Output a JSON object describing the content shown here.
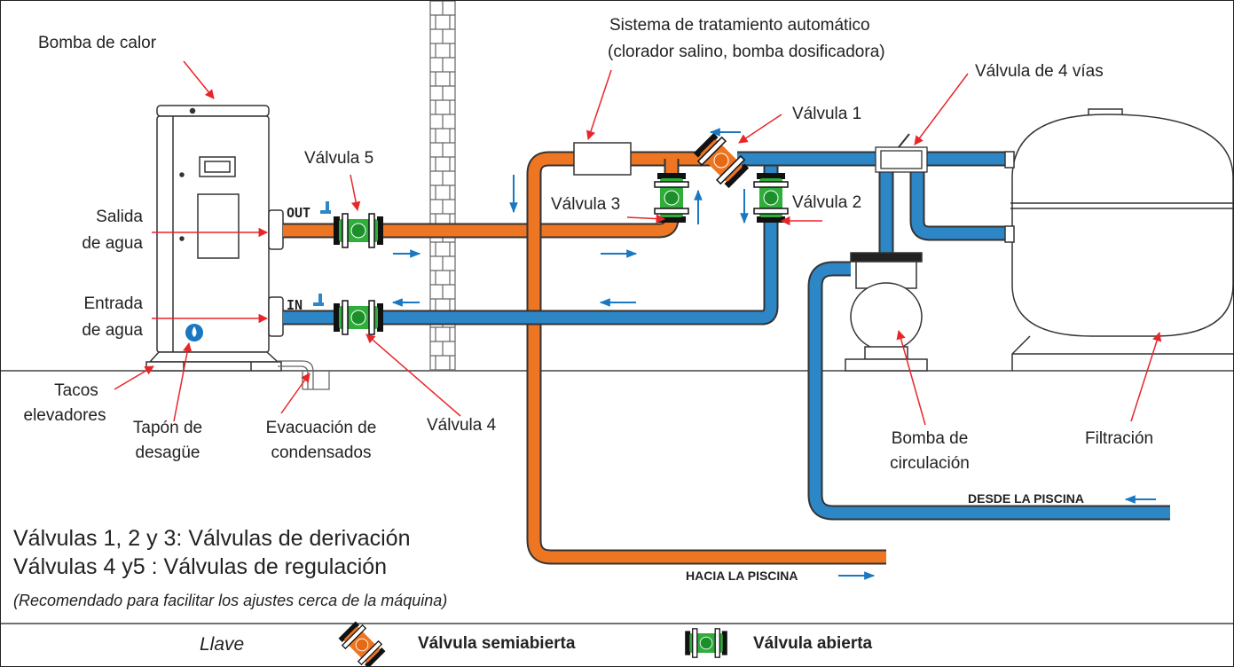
{
  "labels": {
    "bomba_calor": "Bomba de calor",
    "salida_1": "Salida",
    "salida_2": "de agua",
    "entrada_1": "Entrada",
    "entrada_2": "de agua",
    "tacos_1": "Tacos",
    "tacos_2": "elevadores",
    "tapon_1": "Tapón de",
    "tapon_2": "desagüe",
    "evac_1": "Evacuación de",
    "evac_2": "condensados",
    "valvula1": "Válvula 1",
    "valvula2": "Válvula 2",
    "valvula3": "Válvula 3",
    "valvula4": "Válvula 4",
    "valvula5": "Válvula 5",
    "valvula4vias": "Válvula de 4 vías",
    "sistema_1": "Sistema de tratamiento automático",
    "sistema_2": "(clorador salino, bomba dosificadora)",
    "bomba_circ_1": "Bomba de",
    "bomba_circ_2": "circulación",
    "filtracion": "Filtración",
    "desde_piscina": "DESDE LA PISCINA",
    "hacia_piscina": "HACIA LA PISCINA",
    "port_out": "OUT",
    "port_in": "IN"
  },
  "notes": {
    "line1": "Válvulas 1, 2 y 3: Válvulas de derivación",
    "line2": "Válvulas 4 y5 : Válvulas de regulación",
    "line3": "(Recomendado para facilitar los ajustes cerca de la máquina)"
  },
  "legend": {
    "title": "Llave",
    "half_open": "Válvula semiabierta",
    "open": "Válvula abierta"
  },
  "colors": {
    "hot_pipe": "#ee7623",
    "cold_pipe": "#2d86c6",
    "valve_green": "#2fae3b",
    "arrow_blue": "#1a78c2",
    "pointer_red": "#e8262a"
  }
}
